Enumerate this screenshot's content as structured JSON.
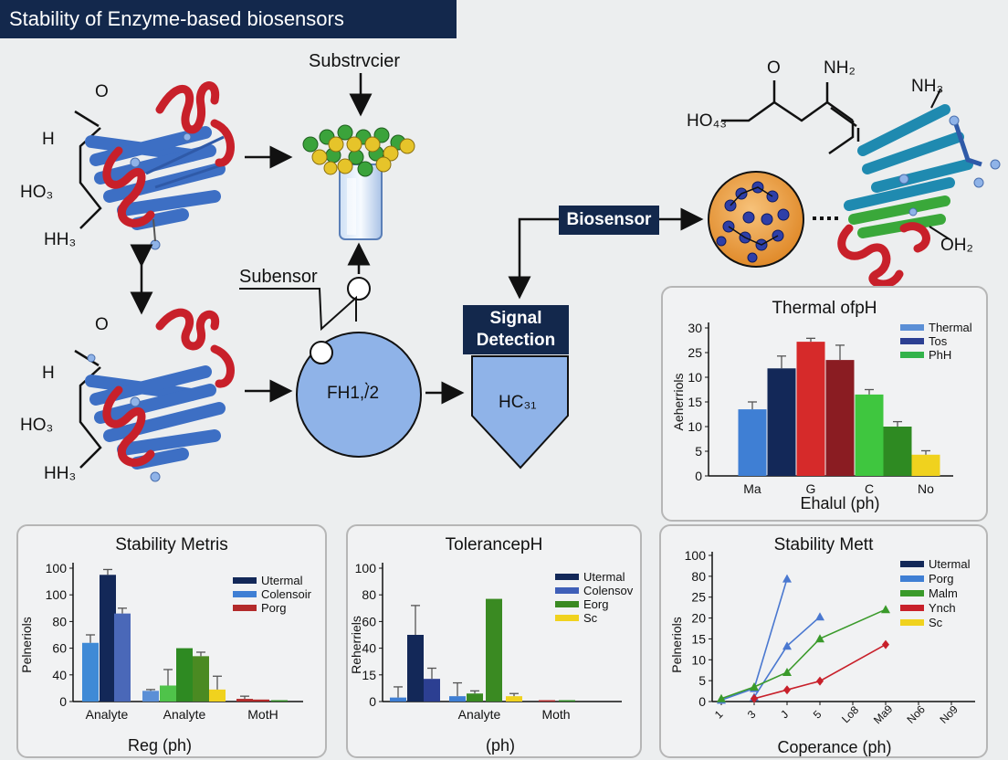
{
  "title": "Stability of Enzyme-based biosensors",
  "diagram": {
    "substrate_label": "Substrvcier",
    "subsensor_label": "Subensor",
    "circle_label": "FH1,/̀2",
    "signal_detection": [
      "Signal",
      "Detection"
    ],
    "detector_label": "HC₃₁",
    "biosensor_label": "Biosensor",
    "mol1": {
      "o": "O",
      "h": "H",
      "ho": "HO₃",
      "hh": "HH₃"
    },
    "mol2": {
      "o": "O",
      "h": "H",
      "ho": "HO₃",
      "hh": "HH₃"
    },
    "chem_right": {
      "o": "O",
      "nh2": "NH₂",
      "ho": "HO₄₃",
      "nh3": "NH₃",
      "oh2": "OH₂"
    },
    "colors": {
      "navy": "#13284c",
      "helix": "#c8202a",
      "sheet": "#3d6fc4",
      "node": "#8fb3e8"
    }
  },
  "chart_thermal": {
    "type": "bar",
    "title": "Thermal ofpH",
    "ylabel": "Aeherriols",
    "xlabel": "Ehalul (ph)",
    "ylim": [
      0,
      30
    ],
    "yticks": [
      "0",
      "5",
      "10",
      "15",
      "10",
      "25",
      "30"
    ],
    "xticklabels": [
      "Ma",
      "G",
      "C",
      "No"
    ],
    "legend": [
      {
        "name": "Thermal",
        "color": "#5b8fd6"
      },
      {
        "name": "Tos",
        "color": "#2c3f92"
      },
      {
        "name": "PhH",
        "color": "#33b34a"
      }
    ],
    "bars": [
      {
        "value": 13.5,
        "err": 1.5,
        "color": "#3f7fd4"
      },
      {
        "value": 21.8,
        "err": 2.5,
        "color": "#132858"
      },
      {
        "value": 27.2,
        "err": 0.7,
        "color": "#d62a2a"
      },
      {
        "value": 23.5,
        "err": 3.0,
        "color": "#8a1c22"
      },
      {
        "value": 16.5,
        "err": 1.0,
        "color": "#3fc63f"
      },
      {
        "value": 10.0,
        "err": 1.0,
        "color": "#2e8a22"
      },
      {
        "value": 4.3,
        "err": 0.8,
        "color": "#f0d21e"
      }
    ]
  },
  "chart_metrics": {
    "type": "bar",
    "title": "Stability Metris",
    "ylabel": "Pelneriols",
    "xlabel": "Reg (ph)",
    "ylim": [
      0,
      100
    ],
    "yticks": [
      "0",
      "40",
      "60",
      "80",
      "100",
      "100"
    ],
    "xticklabels": [
      "Analyte",
      "Analyte",
      "MotH"
    ],
    "legend": [
      {
        "name": "Utermal",
        "color": "#132858"
      },
      {
        "name": "Colensoir",
        "color": "#3f7fd4"
      },
      {
        "name": "Porg",
        "color": "#b32a2a"
      }
    ],
    "bars": [
      {
        "value": 44,
        "err": 6,
        "color": "#3f8ad6"
      },
      {
        "value": 95,
        "err": 4,
        "color": "#132858"
      },
      {
        "value": 66,
        "err": 4,
        "color": "#4a68b8"
      },
      {
        "value": 8,
        "err": 1,
        "color": "#5b8fd6"
      },
      {
        "value": 12,
        "err": 12,
        "color": "#4fc34a"
      },
      {
        "value": 40,
        "err": 0,
        "color": "#2e8a22"
      },
      {
        "value": 34,
        "err": 3,
        "color": "#4a8a22"
      },
      {
        "value": 9,
        "err": 10,
        "color": "#f0d21e"
      },
      {
        "value": 2,
        "err": 2,
        "color": "#b32a2a"
      },
      {
        "value": 1.5,
        "err": 0,
        "color": "#b32a2a"
      },
      {
        "value": 1,
        "err": 0,
        "color": "#2e8a22"
      }
    ]
  },
  "chart_tolerance": {
    "type": "bar",
    "title": "TolerancepH",
    "ylabel": "Reherriels",
    "xlabel": "(ph)",
    "ylim": [
      0,
      100
    ],
    "yticks": [
      "0",
      "15",
      "40",
      "60",
      "80",
      "100"
    ],
    "xticklabels": [
      "Analyte",
      "Moth"
    ],
    "legend": [
      {
        "name": "Utermal",
        "color": "#132858"
      },
      {
        "name": "Colensov",
        "color": "#3f5fb8"
      },
      {
        "name": "Eorg",
        "color": "#3a8a22"
      },
      {
        "name": "Sc",
        "color": "#f0d21e"
      }
    ],
    "bars": [
      {
        "value": 3,
        "err": 8,
        "color": "#3f7fd4"
      },
      {
        "value": 50,
        "err": 22,
        "color": "#132858"
      },
      {
        "value": 17,
        "err": 8,
        "color": "#2c3f92"
      },
      {
        "value": 4,
        "err": 10,
        "color": "#3f7fd4"
      },
      {
        "value": 6,
        "err": 2,
        "color": "#3a8a22"
      },
      {
        "value": 77,
        "err": 0,
        "color": "#3a8a22"
      },
      {
        "value": 4,
        "err": 2,
        "color": "#f0d21e"
      },
      {
        "value": 1,
        "err": 0,
        "color": "#b32a2a"
      },
      {
        "value": 1,
        "err": 0,
        "color": "#2e8a22"
      }
    ]
  },
  "chart_stability": {
    "type": "line",
    "title": "Stability Mett",
    "ylabel": "Pelneriols",
    "xlabel": "Coperance (ph)",
    "ylim": [
      0,
      100
    ],
    "yticks": [
      "0",
      "5",
      "10",
      "15",
      "20",
      "25",
      "80",
      "100"
    ],
    "xticklabels": [
      "1",
      "3",
      "J",
      "5",
      "Lo8",
      "Ma9",
      "No6",
      "No9"
    ],
    "legend": [
      {
        "name": "Utermal",
        "color": "#132858"
      },
      {
        "name": "Porg",
        "color": "#3f7fd4"
      },
      {
        "name": "Malm",
        "color": "#3a9a2a"
      },
      {
        "name": "Ynch",
        "color": "#c8202a"
      },
      {
        "name": "Sc",
        "color": "#f0d21e"
      }
    ],
    "series": [
      {
        "name": "Porg",
        "color": "#4a78d0",
        "marker": "triangle",
        "points": [
          [
            0,
            1
          ],
          [
            1,
            9
          ],
          [
            2,
            84
          ]
        ]
      },
      {
        "name": "Utermal",
        "color": "#4a78d0",
        "marker": "triangle",
        "points": [
          [
            1,
            3
          ],
          [
            2,
            38
          ],
          [
            3,
            58
          ]
        ]
      },
      {
        "name": "Malm",
        "color": "#3a9a2a",
        "marker": "triangle",
        "points": [
          [
            0,
            2
          ],
          [
            1,
            10
          ],
          [
            2,
            20
          ],
          [
            3,
            43
          ],
          [
            5,
            63
          ]
        ]
      },
      {
        "name": "Ynch",
        "color": "#c8202a",
        "marker": "diamond",
        "points": [
          [
            1,
            2
          ],
          [
            2,
            8
          ],
          [
            3,
            14
          ],
          [
            5,
            39
          ]
        ]
      }
    ]
  }
}
